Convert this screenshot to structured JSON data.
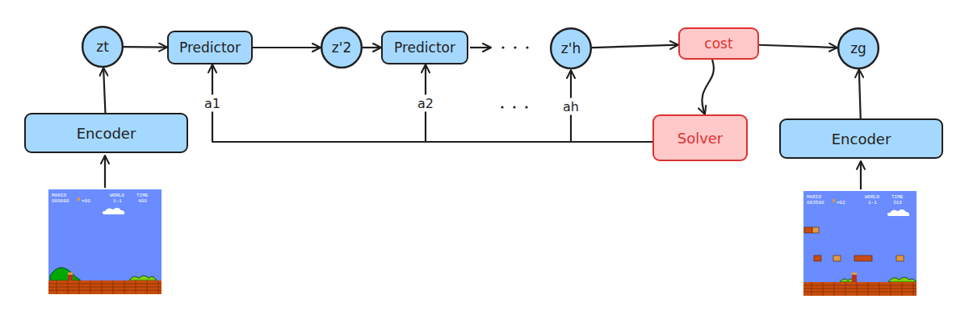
{
  "diagram": {
    "nodes": [
      {
        "text": [
          "zt"
        ]
      },
      {
        "text": [
          "Predictor"
        ]
      },
      {
        "text": [
          "z'2"
        ]
      },
      {
        "text": [
          "Predictor"
        ]
      },
      {
        "text": [
          "z'h"
        ]
      },
      {
        "text": [
          "cost"
        ]
      },
      {
        "text": [
          "zg"
        ]
      },
      {
        "text": [
          "Encoder"
        ]
      },
      {
        "text": [
          "Solver"
        ]
      },
      {
        "text": [
          "Encoder"
        ]
      }
    ],
    "edges": [
      {
        "from": 7,
        "to": 0,
        "arrow": "to"
      },
      {
        "from": 0,
        "to": 1,
        "arrow": "to"
      },
      {
        "from": 1,
        "to": 2,
        "arrow": "to"
      },
      {
        "from": 2,
        "to": 3,
        "arrow": "to"
      },
      {
        "from": 4,
        "to": 5,
        "arrow": "to"
      },
      {
        "from": 5,
        "to": 6,
        "arrow": "to"
      },
      {
        "from": 9,
        "to": 6,
        "arrow": "to"
      },
      {
        "from": 5,
        "to": 8,
        "arrow": "to"
      },
      {
        "from": 8,
        "to": 1,
        "label": "a1",
        "arrow": "to"
      },
      {
        "from": 8,
        "to": 3,
        "label": "a2",
        "arrow": "to"
      },
      {
        "from": 8,
        "to": 4,
        "label": "ah",
        "arrow": "to"
      }
    ],
    "labels": [
      "MARIO",
      "000000",
      "×00",
      "WORLD",
      "1-1",
      "TIME",
      "400",
      "MARIO",
      "003500",
      "×02",
      "WORLD",
      "1-1",
      "TIME",
      "319"
    ]
  }
}
